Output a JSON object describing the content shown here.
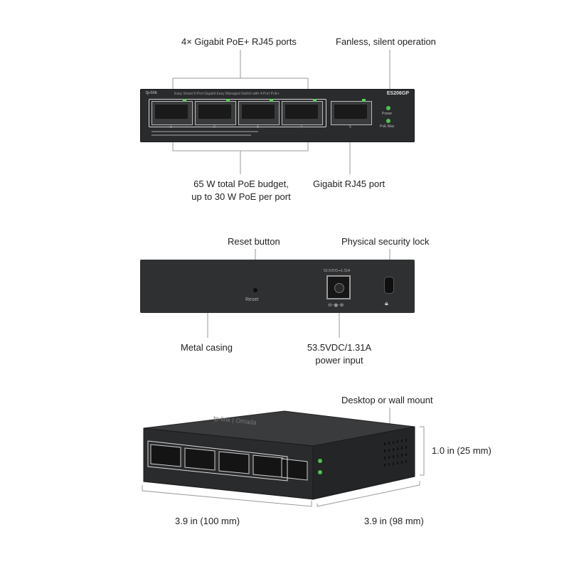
{
  "front": {
    "label_poe_ports": "4× Gigabit PoE+ RJ45 ports",
    "label_fanless": "Fanless, silent operation",
    "label_budget_1": "65 W total PoE budget,",
    "label_budget_2": "up to 30 W PoE per port",
    "label_gigabit": "Gigabit RJ45 port",
    "brand": "tp-link",
    "model": "ES206GP",
    "panel_title": "Easy Smart 6-Port Gigabit Easy Managed Switch with 4-Port PoE+",
    "led_power": "Power",
    "led_poe_max": "PoE Max",
    "port_numbers": [
      "1",
      "2",
      "3",
      "4",
      "5"
    ]
  },
  "rear": {
    "label_reset": "Reset button",
    "label_lock": "Physical security lock",
    "label_casing": "Metal casing",
    "label_power_1": "53.5VDC/1.31A",
    "label_power_2": "power input",
    "reset_text": "Reset",
    "dc_rating": "53.5VDC⎓1.31A"
  },
  "iso": {
    "label_mount": "Desktop or wall mount",
    "label_height": "1.0 in (25 mm)",
    "label_width": "3.9 in (100 mm)",
    "label_depth": "3.9 in (98 mm)",
    "top_brand": "tp-link | Omada"
  }
}
